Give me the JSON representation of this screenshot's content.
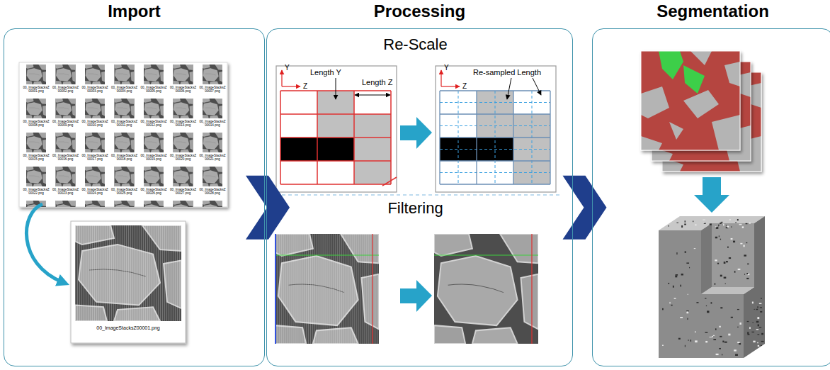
{
  "diagram": {
    "nodes": [
      {
        "text": [
          "Import"
        ]
      },
      {
        "text": [
          "Processing"
        ]
      },
      {
        "text": [
          "Segmentation"
        ]
      }
    ],
    "edges": [
      {
        "from": 0,
        "to": 1,
        "arrow": "to"
      },
      {
        "from": 1,
        "to": 2,
        "arrow": "to"
      }
    ],
    "labels": [
      "00_ImageStacksZ 00001.png",
      "00_ImageStacksZ 00002.png",
      "00_ImageStacksZ 00003.png",
      "00_ImageStacksZ 00004.png",
      "00_ImageStacksZ 00005.png",
      "00_ImageStacksZ 00006.png",
      "00_ImageStacksZ 00007.png",
      "00_ImageStacksZ 00008.png",
      "00_ImageStacksZ 00009.png",
      "00_ImageStacksZ 00010.png",
      "00_ImageStacksZ 00011.png",
      "00_ImageStacksZ 00012.png",
      "00_ImageStacksZ 00013.png",
      "00_ImageStacksZ 00014.png",
      "00_ImageStacksZ 00015.png",
      "00_ImageStacksZ 00016.png",
      "00_ImageStacksZ 00017.png",
      "00_ImageStacksZ 00018.png",
      "00_ImageStacksZ 00019.png",
      "00_ImageStacksZ 00020.png",
      "00_ImageStacksZ 00021.png",
      "00_ImageStacksZ 00022.png",
      "00_ImageStacksZ 00023.png",
      "00_ImageStacksZ 00024.png",
      "00_ImageStacksZ 00025.png",
      "00_ImageStacksZ 00026.png",
      "00_ImageStacksZ 00027.png",
      "00_ImageStacksZ 00028.png",
      "00_ImageStacksZ00001.png",
      "Re-Scale",
      "Y",
      "Z",
      "Length Y",
      "Length Z",
      "Y",
      "Z",
      "Re-sampled Length",
      "Filtering"
    ]
  }
}
